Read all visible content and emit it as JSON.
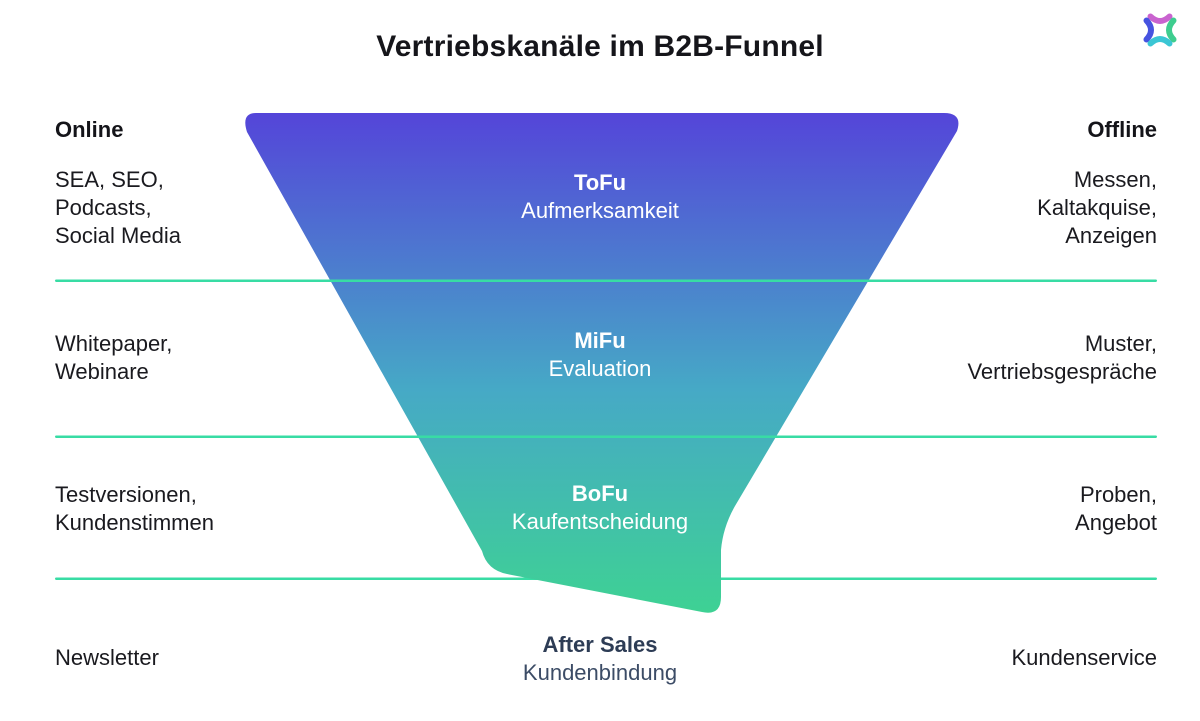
{
  "title": "Vertriebskanäle im B2B-Funnel",
  "logo": {
    "name": "brand-x-mark",
    "top_color": "#c963cf",
    "left_color": "#4653e0",
    "right_color": "#3ecd8f",
    "bottom_color": "#3bc6d4"
  },
  "columns": {
    "left_header": "Online",
    "right_header": "Offline"
  },
  "funnel": {
    "gradient": {
      "top": "#5445d9",
      "mid": "#46a9c6",
      "bottom": "#3ed293"
    },
    "divider_color": "#38dca4",
    "stages": [
      {
        "name": "ToFu",
        "subtitle": "Aufmerksamkeit",
        "online_lines": [
          "SEA, SEO,",
          "Podcasts,",
          "Social Media"
        ],
        "offline_lines": [
          "Messen,",
          "Kaltakquise,",
          "Anzeigen"
        ]
      },
      {
        "name": "MiFu",
        "subtitle": "Evaluation",
        "online_lines": [
          "Whitepaper,",
          "Webinare"
        ],
        "offline_lines": [
          "Muster,",
          "Vertriebsgespräche"
        ]
      },
      {
        "name": "BoFu",
        "subtitle": "Kaufentscheidung",
        "online_lines": [
          "Testversionen,",
          "Kundenstimmen"
        ],
        "offline_lines": [
          "Proben,",
          "Angebot"
        ]
      },
      {
        "name": "After Sales",
        "subtitle": "Kundenbindung",
        "online_lines": [
          "Newsletter"
        ],
        "offline_lines": [
          "Kundenservice"
        ]
      }
    ]
  }
}
